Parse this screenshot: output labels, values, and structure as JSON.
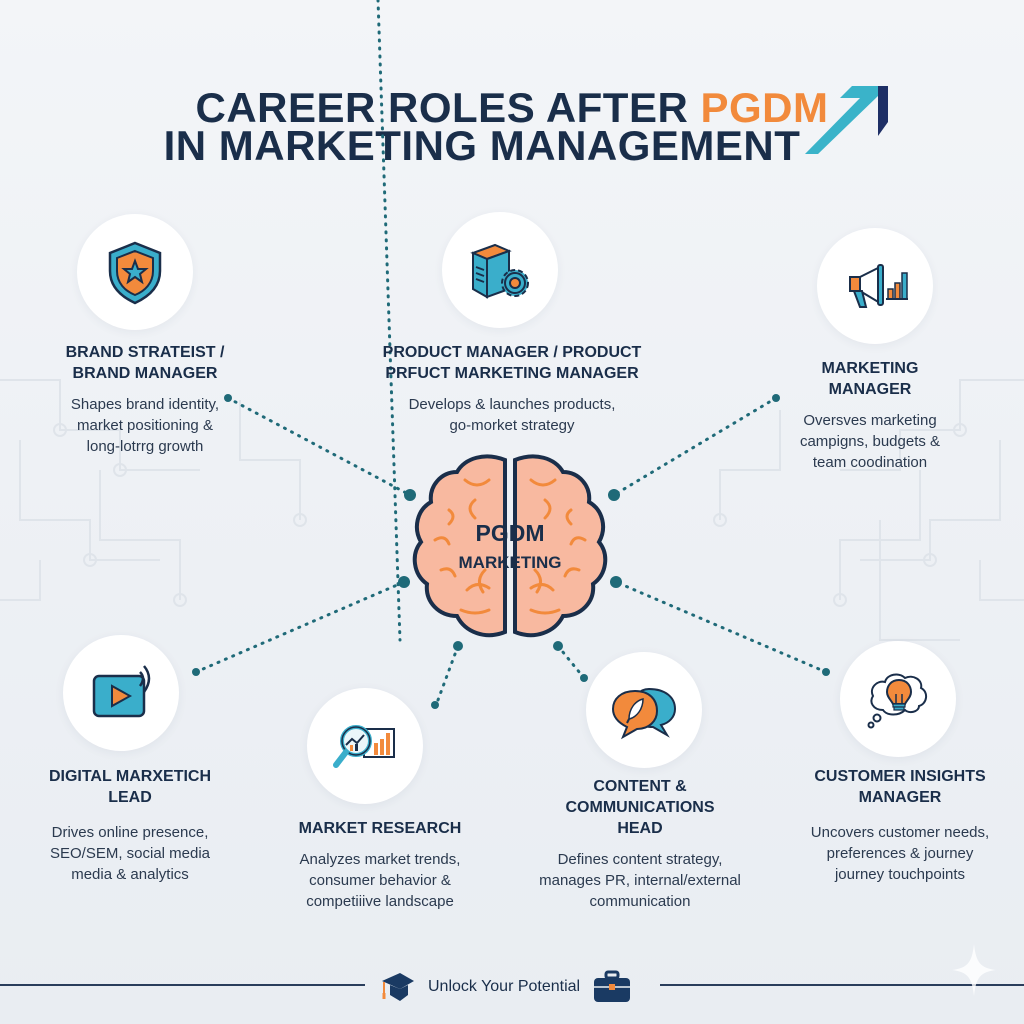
{
  "header": {
    "title_line1_prefix": "CAREER ROLES AFTER",
    "title_line1_accent": "PGDM",
    "title_line2": "IN MARKETING MANAGEMENT",
    "arrow_icon": "trend-up-arrow-icon"
  },
  "center": {
    "label_line1": "PGDM",
    "label_line2": "MARKETING",
    "icon": "brain-icon"
  },
  "roles": [
    {
      "title_line1": "BRAND STRATEIST /",
      "title_line2": "BRAND MANAGER",
      "desc": [
        "Shapes brand identity,",
        "market positioning &",
        "long-lotrrg growth"
      ],
      "icon": "shield-star-icon"
    },
    {
      "title_line1": "PRODUCT MANAGER / PRODUCT",
      "title_line2": "PRFUCT MARKETING MANAGER",
      "desc": [
        "Develops & launches products,",
        "go-morket strategy"
      ],
      "icon": "box-gear-icon"
    },
    {
      "title_line1": "MARKETING",
      "title_line2": "MANAGER",
      "desc": [
        "Oversves marketing",
        "campigns, budgets &",
        "team coodination"
      ],
      "icon": "megaphone-chart-icon"
    },
    {
      "title_line1": "DIGITAL MARXETICH",
      "title_line2": "LEAD",
      "desc": [
        "Drives online presence,",
        "SEO/SEM, social media",
        "media & analytics"
      ],
      "icon": "video-play-icon"
    },
    {
      "title_line1": "MARKET RESEARCH",
      "title_line2": "",
      "desc": [
        "Analyzes market trends,",
        "consumer behavior &",
        "competiiive landscape"
      ],
      "icon": "magnifier-chart-icon"
    },
    {
      "title_line1": "CONTENT &",
      "title_line2": "COMMUNICATIONS",
      "title_line3": "HEAD",
      "desc": [
        "Defines content strategy,",
        "manages PR, internal/external",
        "communication"
      ],
      "icon": "speech-bubbles-quill-icon"
    },
    {
      "title_line1": "CUSTOMER INSIGHTS",
      "title_line2": "MANAGER",
      "desc": [
        "Uncovers customer needs,",
        "preferences & journey",
        "journey touchpoints"
      ],
      "icon": "thought-bubble-bulb-icon"
    }
  ],
  "footer": {
    "text": "Unlock Your Potential",
    "left_icon": "graduation-cap-icon",
    "right_icon": "briefcase-icon"
  },
  "colors": {
    "navy": "#1a2e4a",
    "orange": "#f28a3c",
    "teal": "#3aaecb",
    "dot": "#1f6a78",
    "brain_fill": "#f8b9a0"
  }
}
